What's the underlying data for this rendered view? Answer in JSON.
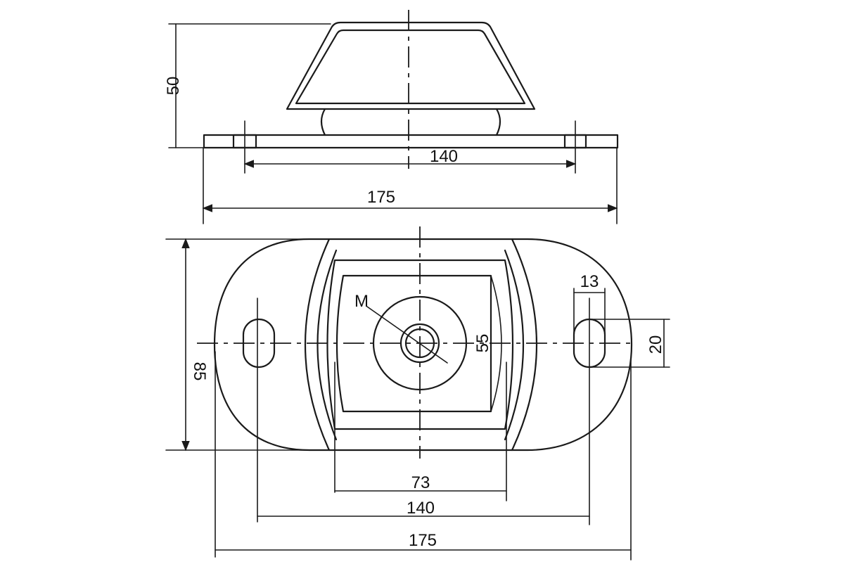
{
  "colors": {
    "line": "#1a1a1a",
    "background": "#ffffff"
  },
  "side_view": {
    "height_label": "50",
    "hole_spacing_label": "140",
    "overall_length_label": "175"
  },
  "top_view": {
    "thread_label": "M",
    "width_label": "85",
    "plate_height_label": "55",
    "slot_width_label": "13",
    "slot_length_label": "20",
    "plate_width_label": "73",
    "hole_spacing_label": "140",
    "overall_length_label": "175"
  }
}
